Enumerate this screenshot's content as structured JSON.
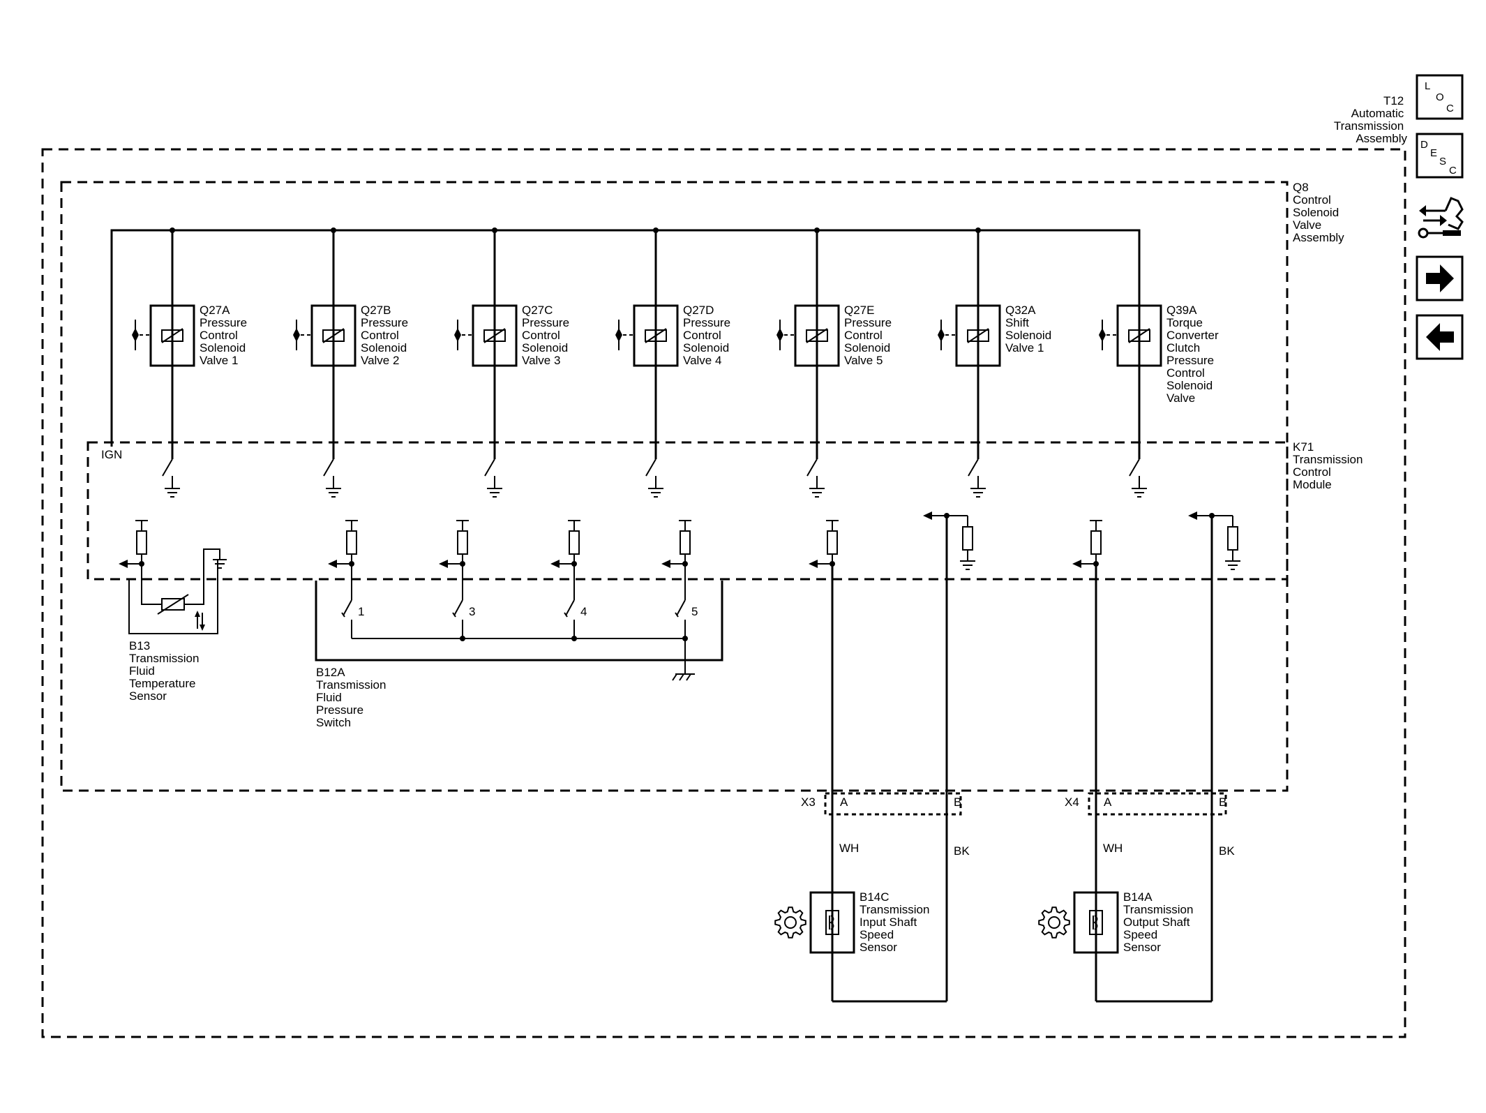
{
  "assemblies": {
    "t12": [
      "T12",
      "Automatic",
      "Transmission",
      "Assembly"
    ],
    "q8": [
      "Q8",
      "Control",
      "Solenoid",
      "Valve",
      "Assembly"
    ],
    "k71": [
      "K71",
      "Transmission",
      "Control",
      "Module"
    ]
  },
  "ign_label": "IGN",
  "solenoids": [
    {
      "id": "q27a",
      "lines": [
        "Q27A",
        "Pressure",
        "Control",
        "Solenoid",
        "Valve 1"
      ]
    },
    {
      "id": "q27b",
      "lines": [
        "Q27B",
        "Pressure",
        "Control",
        "Solenoid",
        "Valve 2"
      ]
    },
    {
      "id": "q27c",
      "lines": [
        "Q27C",
        "Pressure",
        "Control",
        "Solenoid",
        "Valve 3"
      ]
    },
    {
      "id": "q27d",
      "lines": [
        "Q27D",
        "Pressure",
        "Control",
        "Solenoid",
        "Valve 4"
      ]
    },
    {
      "id": "q27e",
      "lines": [
        "Q27E",
        "Pressure",
        "Control",
        "Solenoid",
        "Valve 5"
      ]
    },
    {
      "id": "q32a",
      "lines": [
        "Q32A",
        "Shift",
        "Solenoid",
        "Valve 1"
      ]
    },
    {
      "id": "q39a",
      "lines": [
        "Q39A",
        "Torque",
        "Converter",
        "Clutch",
        "Pressure",
        "Control",
        "Solenoid",
        "Valve"
      ]
    }
  ],
  "sensors": {
    "b13": [
      "B13",
      "Transmission",
      "Fluid",
      "Temperature",
      "Sensor"
    ],
    "b12a": [
      "B12A",
      "Transmission",
      "Fluid",
      "Pressure",
      "Switch"
    ],
    "b14c": [
      "B14C",
      "Transmission",
      "Input Shaft",
      "Speed",
      "Sensor"
    ],
    "b14a": [
      "B14A",
      "Transmission",
      "Output Shaft",
      "Speed",
      "Sensor"
    ]
  },
  "pressure_switch_contacts": [
    "1",
    "3",
    "4",
    "5"
  ],
  "connectors": {
    "x3": {
      "label": "X3",
      "pin_a": "A",
      "pin_b": "B"
    },
    "x4": {
      "label": "X4",
      "pin_a": "A",
      "pin_b": "B"
    }
  },
  "wire_colors": {
    "x3_a": "WH",
    "x3_b": "BK",
    "x4_a": "WH",
    "x4_b": "BK"
  },
  "nav": {
    "loc": [
      "L",
      "O",
      "C"
    ],
    "desc": [
      "D",
      "E",
      "S",
      "C"
    ],
    "icons": [
      "location-button",
      "description-button",
      "connector-tool-icon",
      "next-arrow-icon",
      "previous-arrow-icon"
    ]
  }
}
